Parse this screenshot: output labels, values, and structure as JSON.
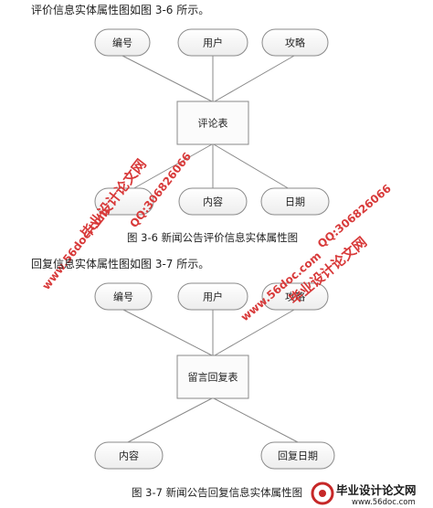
{
  "intro_1": "评价信息实体属性图如图 3-6 所示。",
  "intro_2": "回复信息实体属性图如图 3-7 所示。",
  "figure1": {
    "entity": "评论表",
    "top_attrs": [
      "编号",
      "用户",
      "攻略"
    ],
    "bottom_attrs": [
      "",
      "内容",
      "日期"
    ],
    "caption": "图 3-6 新闻公告评价信息实体属性图"
  },
  "figure2": {
    "entity": "留言回复表",
    "top_attrs": [
      "编号",
      "用户",
      "攻略"
    ],
    "bottom_attrs": [
      "内容",
      "回复日期"
    ],
    "caption": "图 3-7 新闻公告回复信息实体属性图"
  },
  "watermark": {
    "site_title": "毕业设计论文网",
    "url": "www.56doc.com",
    "qq": "QQ:306826066",
    "corner_url": "www.56doc.com",
    "color": "#d83a3a"
  },
  "colors": {
    "stroke": "#8a8a8a",
    "ellipse_fill": "#f7f7f7"
  }
}
